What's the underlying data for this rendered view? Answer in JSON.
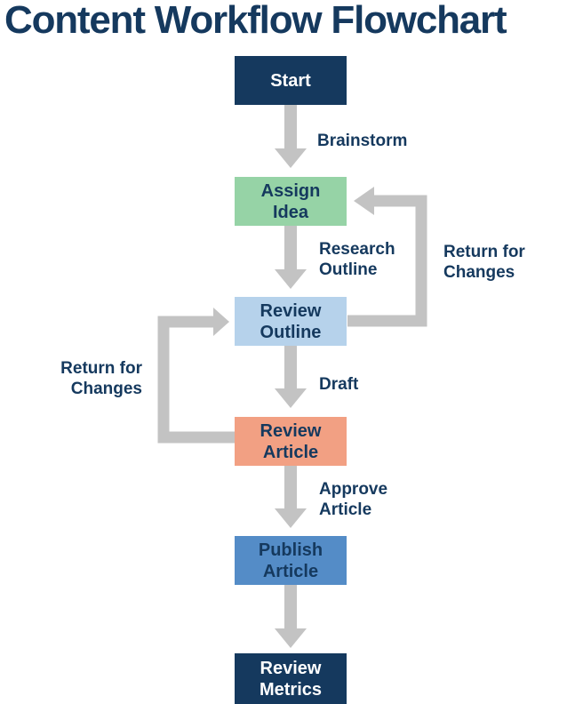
{
  "title": "Content Workflow Flowchart",
  "colors": {
    "navy": "#15395e",
    "node_green": "#96d3a6",
    "node_light_blue": "#b6d2eb",
    "node_salmon": "#f2a083",
    "node_blue": "#548cc7",
    "arrow_gray": "#c3c3c3",
    "dark_node_text": "#ffffff"
  },
  "nodes": [
    {
      "id": "start",
      "label": "Start"
    },
    {
      "id": "assign-idea",
      "label": "Assign\nIdea"
    },
    {
      "id": "review-outline",
      "label": "Review\nOutline"
    },
    {
      "id": "review-article",
      "label": "Review\nArticle"
    },
    {
      "id": "publish-article",
      "label": "Publish\nArticle"
    },
    {
      "id": "review-metrics",
      "label": "Review\nMetrics"
    }
  ],
  "edge_labels": [
    {
      "id": "brainstorm",
      "text": "Brainstorm"
    },
    {
      "id": "research-outline",
      "text": "Research\nOutline"
    },
    {
      "id": "return-for-changes-right",
      "text": "Return for\nChanges"
    },
    {
      "id": "draft",
      "text": "Draft"
    },
    {
      "id": "return-for-changes-left",
      "text": "Return for\nChanges"
    },
    {
      "id": "approve-article",
      "text": "Approve\nArticle"
    }
  ],
  "edges": [
    {
      "from": "start",
      "to": "assign-idea",
      "label": "Brainstorm"
    },
    {
      "from": "assign-idea",
      "to": "review-outline",
      "label": "Research Outline"
    },
    {
      "from": "review-outline",
      "to": "assign-idea",
      "label": "Return for Changes"
    },
    {
      "from": "review-outline",
      "to": "review-article",
      "label": "Draft"
    },
    {
      "from": "review-article",
      "to": "review-outline",
      "label": "Return for Changes"
    },
    {
      "from": "review-article",
      "to": "publish-article",
      "label": "Approve Article"
    },
    {
      "from": "publish-article",
      "to": "review-metrics",
      "label": ""
    }
  ]
}
